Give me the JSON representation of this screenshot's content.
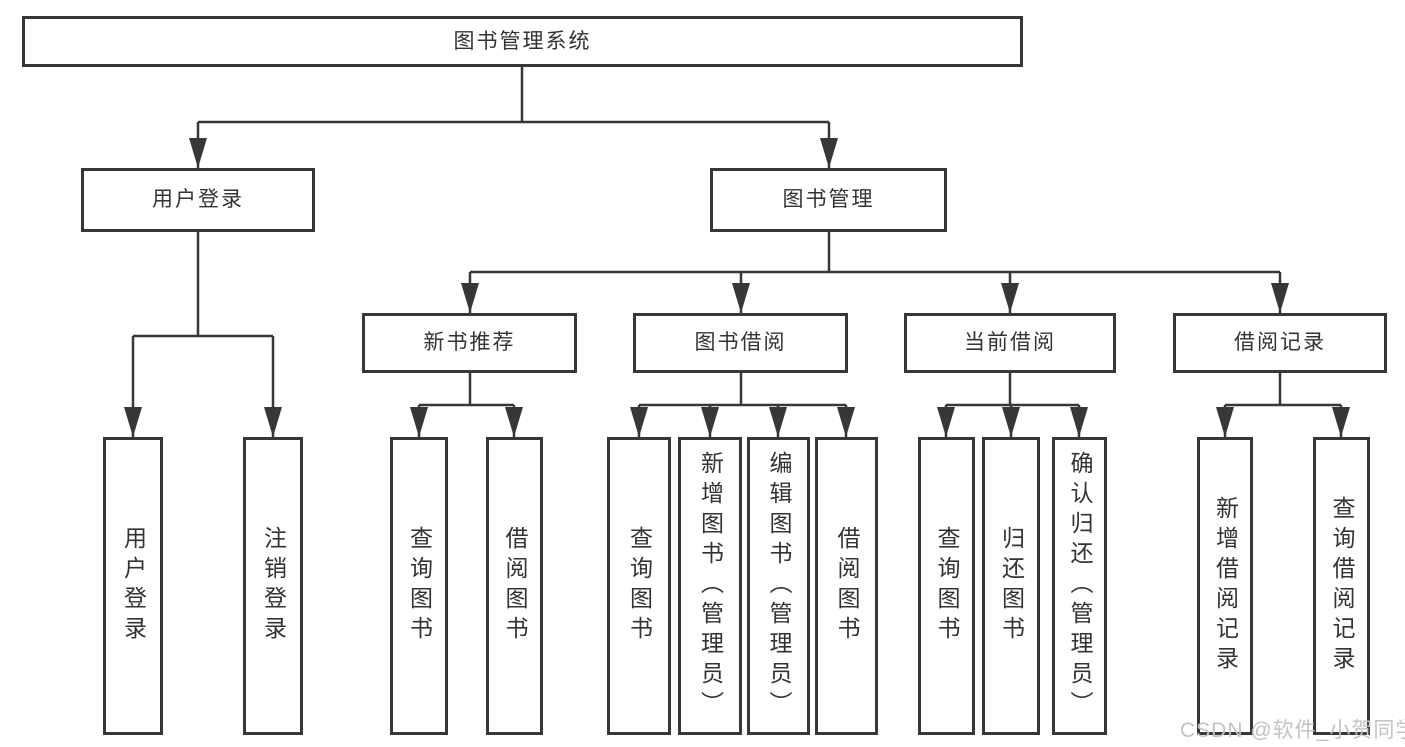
{
  "colors": {
    "line": "#373737",
    "box_border": "#373737",
    "box_background": "#ffffff",
    "text": "#333333",
    "watermark": "#c3c3c3"
  },
  "tree": {
    "root": "图书管理系统",
    "branches": [
      {
        "label": "用户登录",
        "children": [
          "用户登录",
          "注销登录"
        ]
      },
      {
        "label": "图书管理",
        "groups": [
          {
            "label": "新书推荐",
            "children": [
              "查询图书",
              "借阅图书"
            ]
          },
          {
            "label": "图书借阅",
            "children": [
              "查询图书",
              "新增图书（管理员）",
              "编辑图书（管理员）",
              "借阅图书"
            ]
          },
          {
            "label": "当前借阅",
            "children": [
              "查询图书",
              "归还图书",
              "确认归还（管理员）"
            ]
          },
          {
            "label": "借阅记录",
            "children": [
              "新增借阅记录",
              "查询借阅记录"
            ]
          }
        ]
      }
    ]
  },
  "watermark": "CSDN @软件_小贺同学"
}
